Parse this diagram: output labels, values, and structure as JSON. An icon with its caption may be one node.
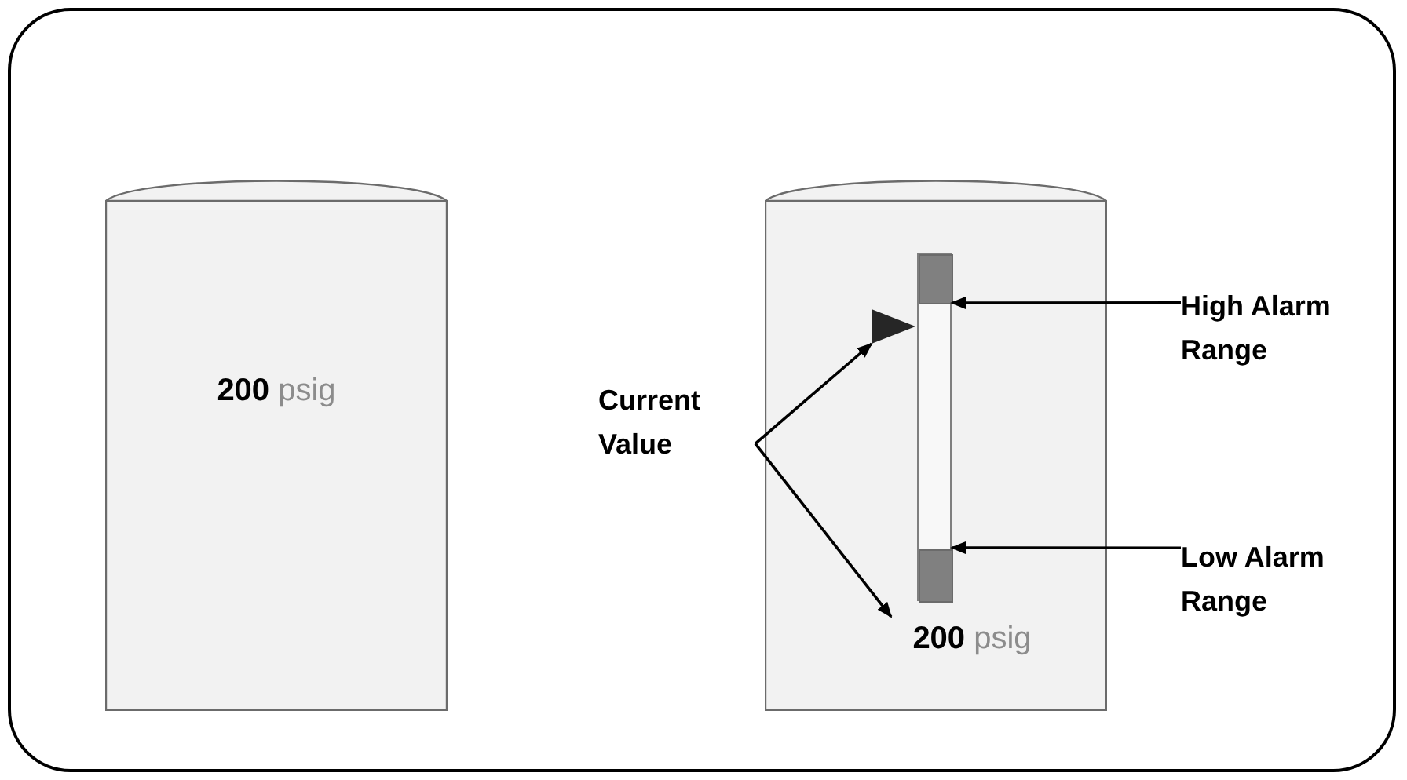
{
  "diagram": {
    "nodes": [
      {
        "text": [
          "**200** psig"
        ]
      },
      {
        "text": [],
        "shape": "cylinder"
      },
      {
        "text": [],
        "shape": "bar",
        "in": 1
      },
      {
        "text": [],
        "shape": "bar",
        "in": 2
      },
      {
        "text": [],
        "shape": "bar",
        "in": 2
      },
      {
        "text": [],
        "shape": "triangle",
        "in": 1
      },
      {
        "text": [
          "**200** psig"
        ],
        "in": 1
      },
      {
        "text": [
          "Current Value"
        ]
      },
      {
        "text": [
          "High Alarm Range"
        ]
      },
      {
        "text": [
          "Low Alarm Range"
        ]
      }
    ],
    "edges": [
      {
        "from": 7,
        "to": 5,
        "arrow": "to"
      },
      {
        "from": 7,
        "to": 6,
        "arrow": "to"
      },
      {
        "from": 8,
        "to": 3,
        "arrow": "to"
      },
      {
        "from": 9,
        "to": 4,
        "arrow": "to"
      }
    ]
  }
}
